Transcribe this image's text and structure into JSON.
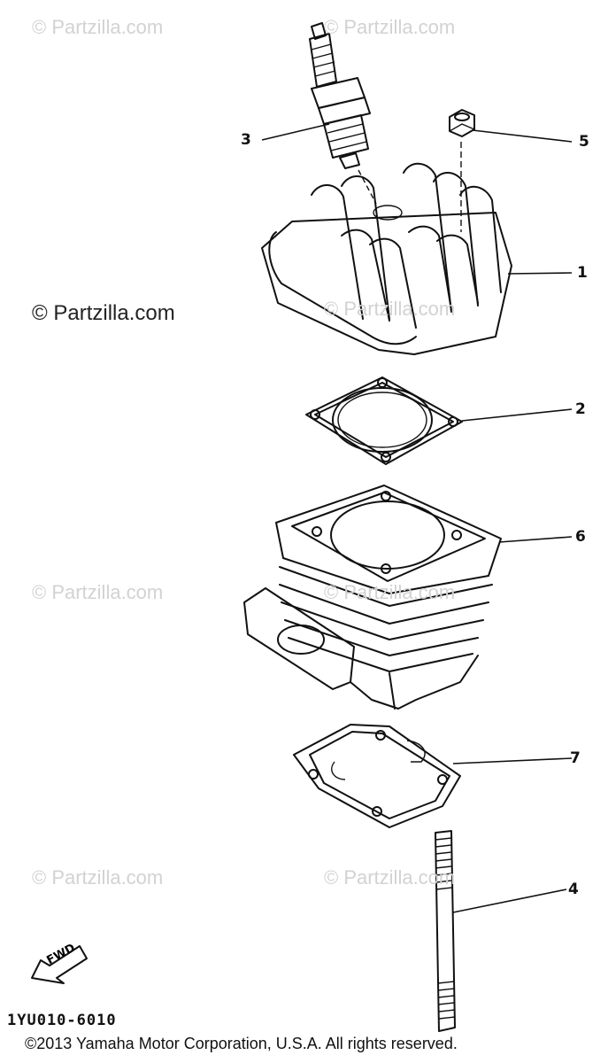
{
  "watermarks": {
    "top_left": "© Partzilla.com",
    "top_right": "© Partzilla.com",
    "mid_left_dark": "© Partzilla.com",
    "mid_right": "© Partzilla.com",
    "lower_left": "© Partzilla.com",
    "lower_right": "© Partzilla.com",
    "bottom_left": "© Partzilla.com",
    "bottom_right": "© Partzilla.com"
  },
  "callouts": {
    "spark_plug": "3",
    "nut": "5",
    "cylinder_head": "1",
    "head_gasket": "2",
    "cylinder": "6",
    "base_gasket": "7",
    "stud_bolt": "4"
  },
  "fwd_label": "FWD",
  "diagram_code": "1YU010-6010",
  "copyright": "©2013  Yamaha Motor Corporation, U.S.A. All rights reserved."
}
